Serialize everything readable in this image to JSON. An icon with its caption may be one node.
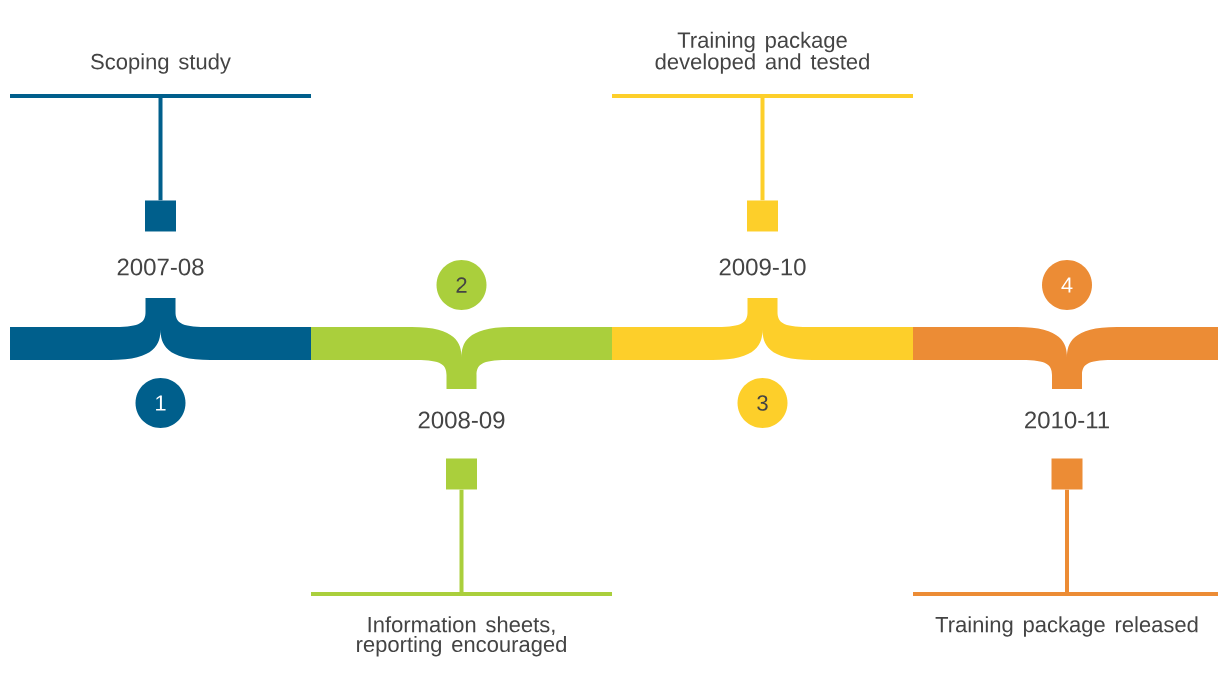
{
  "diagram": {
    "nodes": [
      {
        "text": [
          "Scoping study"
        ]
      },
      {
        "text": [],
        "shape": "box",
        "beside": [
          "2007-08"
        ]
      },
      {
        "text": [
          "1"
        ]
      },
      {
        "text": [
          "2"
        ]
      },
      {
        "text": [],
        "shape": "box",
        "beside": [
          "2008-09"
        ]
      },
      {
        "text": [
          "Information sheets, reporting encouraged"
        ]
      },
      {
        "text": [
          "Training package developed and tested"
        ]
      },
      {
        "text": [],
        "shape": "box",
        "beside": [
          "2009-10"
        ]
      },
      {
        "text": [
          "3"
        ]
      },
      {
        "text": [
          "4"
        ]
      },
      {
        "text": [],
        "shape": "box",
        "beside": [
          "2010-11"
        ]
      },
      {
        "text": [
          "Training package released"
        ]
      }
    ],
    "edges": [
      {
        "from": 0,
        "to": 1,
        "arrow": "none",
        "color": "#005f8c"
      },
      {
        "from": 5,
        "to": 4,
        "arrow": "none",
        "color": "#aacf3c"
      },
      {
        "from": 6,
        "to": 7,
        "arrow": "none",
        "color": "#fdcf2a"
      },
      {
        "from": 11,
        "to": 10,
        "arrow": "none",
        "color": "#ec8c35"
      }
    ]
  }
}
